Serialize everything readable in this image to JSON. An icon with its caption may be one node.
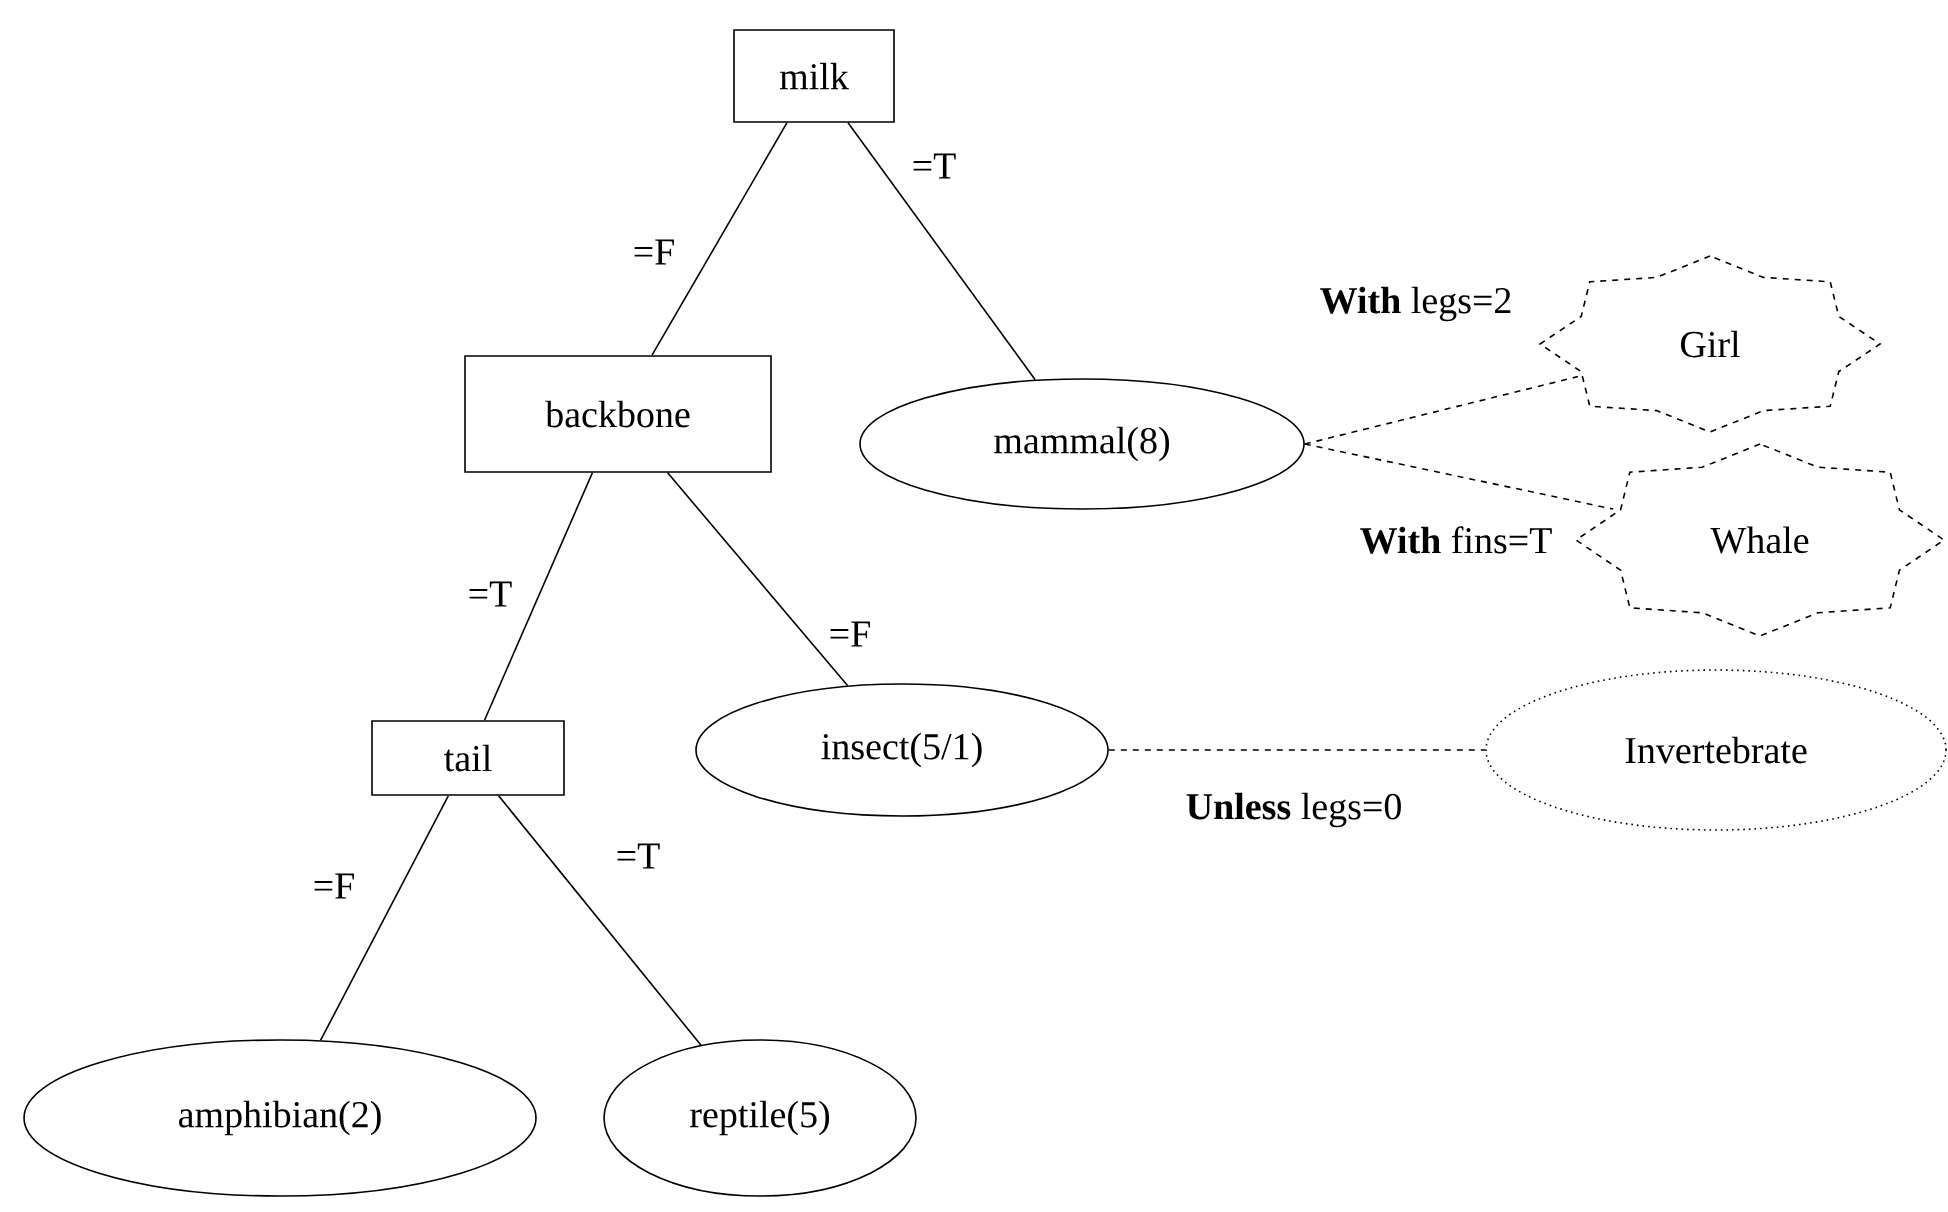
{
  "diagram": {
    "nodes": [
      {
        "text": [
          "milk"
        ]
      },
      {
        "text": [
          "backbone"
        ]
      },
      {
        "text": [
          "mammal(8)"
        ]
      },
      {
        "text": [
          "Girl"
        ]
      },
      {
        "text": [
          "Whale"
        ]
      },
      {
        "text": [
          "tail"
        ]
      },
      {
        "text": [
          "insect(5/1)"
        ]
      },
      {
        "text": [
          "Invertebrate"
        ]
      },
      {
        "text": [
          "amphibian(2)"
        ]
      },
      {
        "text": [
          "reptile(5)"
        ]
      }
    ],
    "edges": [
      {
        "from": 0,
        "to": 1,
        "arrow": "none",
        "label": "=F"
      },
      {
        "from": 0,
        "to": 2,
        "arrow": "none",
        "label": "=T"
      },
      {
        "from": 2,
        "to": 3,
        "arrow": "none",
        "label": "**With** legs=2",
        "style": "dashed"
      },
      {
        "from": 2,
        "to": 4,
        "arrow": "none",
        "label": "**With** fins=T",
        "style": "dashed"
      },
      {
        "from": 1,
        "to": 5,
        "arrow": "none",
        "label": "=T"
      },
      {
        "from": 1,
        "to": 6,
        "arrow": "none",
        "label": "=F"
      },
      {
        "from": 6,
        "to": 7,
        "arrow": "none",
        "label": "**Unless** legs=0",
        "style": "dashed"
      },
      {
        "from": 5,
        "to": 8,
        "arrow": "none",
        "label": "=F"
      },
      {
        "from": 5,
        "to": 9,
        "arrow": "none",
        "label": "=T"
      }
    ]
  }
}
